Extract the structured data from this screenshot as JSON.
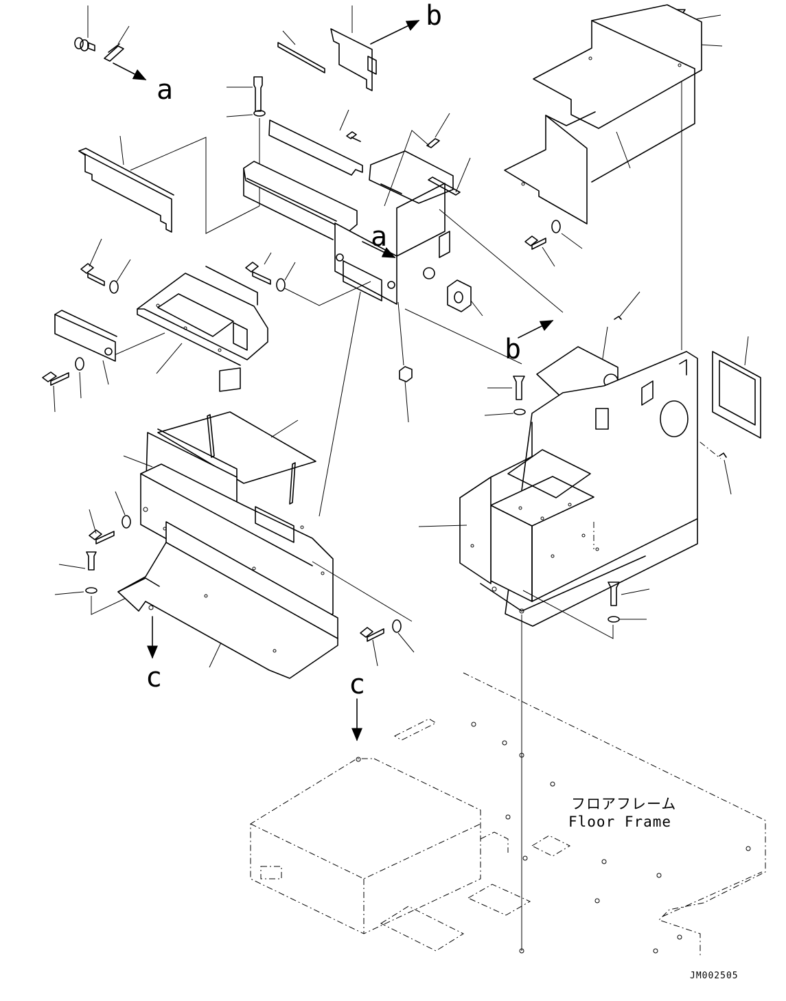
{
  "figure": {
    "refs": {
      "a": "a",
      "b": "b",
      "c": "c"
    },
    "floor_frame_jp": "フロアフレーム",
    "floor_frame_en": "Floor Frame",
    "drawing_code": "JM002505"
  }
}
